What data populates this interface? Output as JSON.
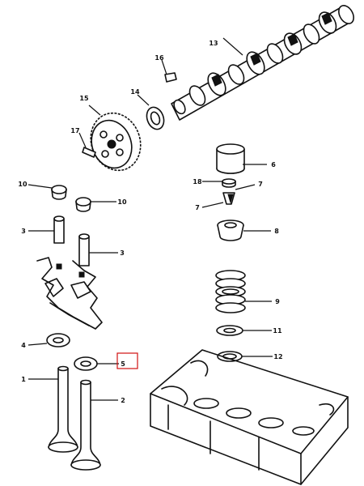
{
  "diagram": {
    "type": "exploded-parts-diagram",
    "subject": "cylinder head valve train",
    "highlight_color": "#d01010",
    "highlighted_callout": "5",
    "callouts": [
      {
        "id": "c1",
        "label": "1"
      },
      {
        "id": "c2",
        "label": "2"
      },
      {
        "id": "c3a",
        "label": "3"
      },
      {
        "id": "c3b",
        "label": "3"
      },
      {
        "id": "c4",
        "label": "4"
      },
      {
        "id": "c5",
        "label": "5"
      },
      {
        "id": "c6",
        "label": "6"
      },
      {
        "id": "c7a",
        "label": "7"
      },
      {
        "id": "c7b",
        "label": "7"
      },
      {
        "id": "c8",
        "label": "8"
      },
      {
        "id": "c9",
        "label": "9"
      },
      {
        "id": "c10",
        "label": "10"
      },
      {
        "id": "c10b",
        "label": "10"
      },
      {
        "id": "c11",
        "label": "11"
      },
      {
        "id": "c12",
        "label": "12"
      },
      {
        "id": "c13",
        "label": "13"
      },
      {
        "id": "c14",
        "label": "14"
      },
      {
        "id": "c15",
        "label": "15"
      },
      {
        "id": "c16",
        "label": "16"
      },
      {
        "id": "c17",
        "label": "17"
      },
      {
        "id": "c18",
        "label": "18"
      }
    ]
  }
}
